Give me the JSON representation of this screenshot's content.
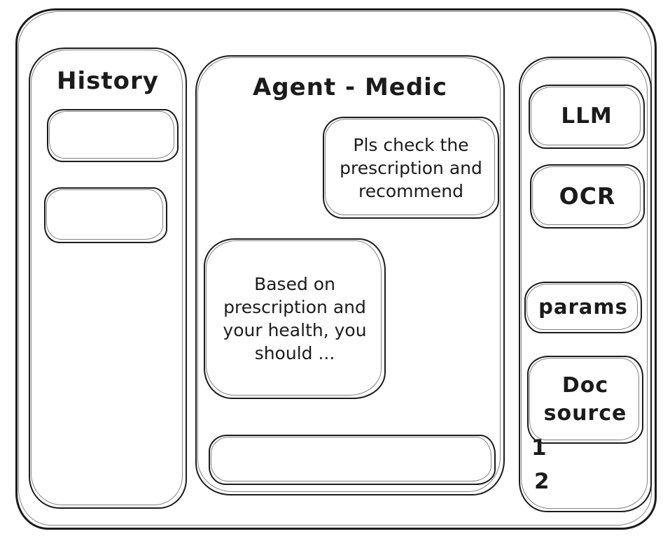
{
  "window": {
    "background": "#ffffff",
    "stroke_color": "#1b1b1b"
  },
  "sidebar": {
    "title": "History",
    "items": [
      {
        "label": ""
      },
      {
        "label": ""
      }
    ]
  },
  "chat": {
    "title": "Agent - Medic",
    "messages": [
      {
        "role": "user",
        "text": "Pls check the prescription and recommend"
      },
      {
        "role": "assistant",
        "text": "Based on prescription and your health, you should ..."
      }
    ],
    "input": {
      "value": "",
      "placeholder": ""
    }
  },
  "tools": {
    "buttons": [
      {
        "label": "LLM"
      },
      {
        "label": "OCR"
      },
      {
        "label": "params"
      },
      {
        "label": "Doc source"
      }
    ],
    "doc_list": [
      "1",
      "2"
    ]
  }
}
